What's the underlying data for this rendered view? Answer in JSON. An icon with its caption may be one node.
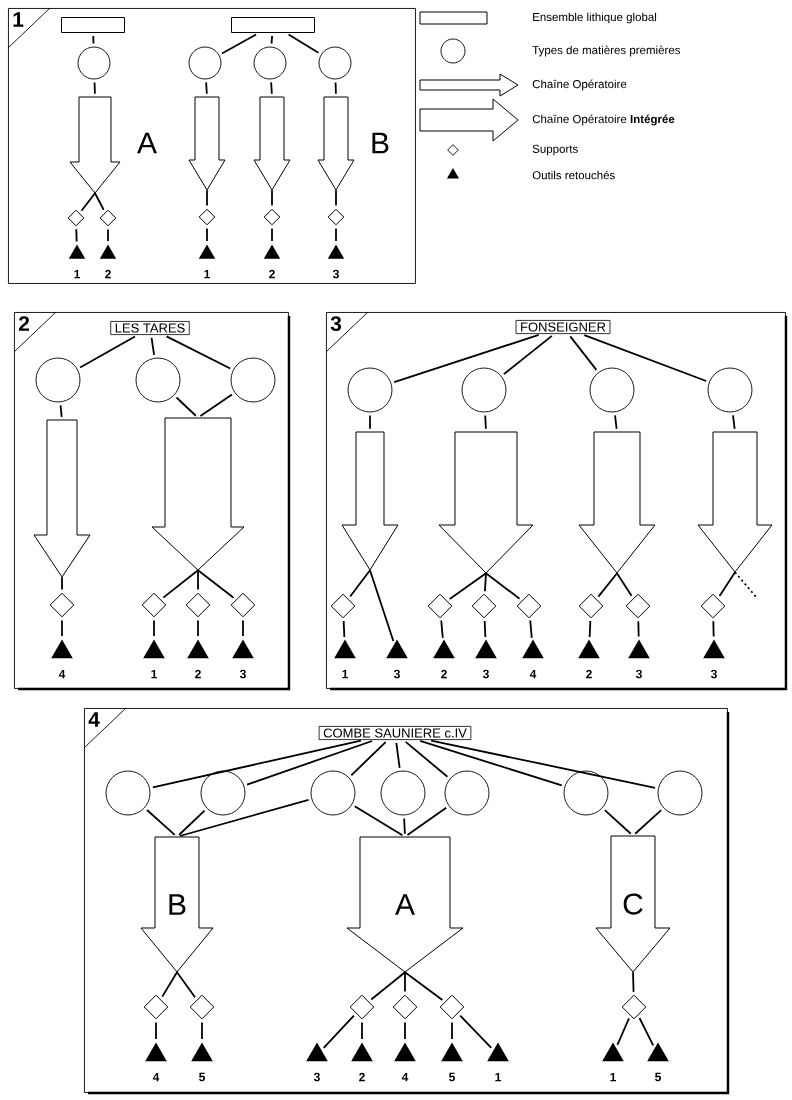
{
  "diagram": {
    "nodes": [
      {
        "text": [
          "1"
        ]
      },
      {
        "text": [],
        "shape": "box",
        "in": 0
      },
      {
        "text": [],
        "shape": "circle",
        "in": 0
      },
      {
        "text": [],
        "shape": "arrow",
        "in": 0
      },
      {
        "text": [],
        "shape": "diamond",
        "in": 0
      },
      {
        "text": [],
        "shape": "diamond",
        "in": 0
      },
      {
        "text": [],
        "shape": "triangle",
        "beside": [
          "1"
        ],
        "in": 0
      },
      {
        "text": [],
        "shape": "triangle",
        "beside": [
          "2"
        ],
        "in": 0
      },
      {
        "text": [],
        "shape": "box",
        "in": 0
      },
      {
        "text": [],
        "shape": "circle",
        "in": 0
      },
      {
        "text": [],
        "shape": "circle",
        "in": 0
      },
      {
        "text": [],
        "shape": "circle",
        "in": 0
      },
      {
        "text": [],
        "shape": "arrow",
        "in": 0
      },
      {
        "text": [],
        "shape": "arrow",
        "in": 0
      },
      {
        "text": [],
        "shape": "arrow",
        "in": 0
      },
      {
        "text": [],
        "shape": "diamond",
        "in": 0
      },
      {
        "text": [],
        "shape": "diamond",
        "in": 0
      },
      {
        "text": [],
        "shape": "diamond",
        "in": 0
      },
      {
        "text": [],
        "shape": "triangle",
        "beside": [
          "1"
        ],
        "in": 0
      },
      {
        "text": [],
        "shape": "triangle",
        "beside": [
          "2"
        ],
        "in": 0
      },
      {
        "text": [],
        "shape": "triangle",
        "beside": [
          "3"
        ],
        "in": 0
      },
      {
        "text": [
          "2"
        ]
      },
      {
        "text": [
          "LES TARES"
        ],
        "in": 21
      },
      {
        "text": [],
        "shape": "circle",
        "in": 21
      },
      {
        "text": [],
        "shape": "circle",
        "in": 21
      },
      {
        "text": [],
        "shape": "circle",
        "in": 21
      },
      {
        "text": [],
        "shape": "arrow",
        "in": 21
      },
      {
        "text": [],
        "shape": "arrow",
        "in": 21
      },
      {
        "text": [],
        "shape": "diamond",
        "in": 21
      },
      {
        "text": [],
        "shape": "diamond",
        "in": 21
      },
      {
        "text": [],
        "shape": "diamond",
        "in": 21
      },
      {
        "text": [],
        "shape": "diamond",
        "in": 21
      },
      {
        "text": [],
        "shape": "triangle",
        "beside": [
          "4"
        ],
        "in": 21
      },
      {
        "text": [],
        "shape": "triangle",
        "beside": [
          "1"
        ],
        "in": 21
      },
      {
        "text": [],
        "shape": "triangle",
        "beside": [
          "2"
        ],
        "in": 21
      },
      {
        "text": [],
        "shape": "triangle",
        "beside": [
          "3"
        ],
        "in": 21
      },
      {
        "text": [
          "3"
        ]
      },
      {
        "text": [
          "FONSEIGNER"
        ],
        "in": 36
      },
      {
        "text": [],
        "shape": "circle",
        "in": 36
      },
      {
        "text": [],
        "shape": "circle",
        "in": 36
      },
      {
        "text": [],
        "shape": "circle",
        "in": 36
      },
      {
        "text": [],
        "shape": "circle",
        "in": 36
      },
      {
        "text": [],
        "shape": "arrow",
        "in": 36
      },
      {
        "text": [],
        "shape": "arrow",
        "in": 36
      },
      {
        "text": [],
        "shape": "arrow",
        "in": 36
      },
      {
        "text": [],
        "shape": "arrow",
        "in": 36
      },
      {
        "text": [],
        "shape": "diamond",
        "in": 36
      },
      {
        "text": [],
        "shape": "diamond",
        "in": 36
      },
      {
        "text": [],
        "shape": "diamond",
        "in": 36
      },
      {
        "text": [],
        "shape": "diamond",
        "in": 36
      },
      {
        "text": [],
        "shape": "diamond",
        "in": 36
      },
      {
        "text": [],
        "shape": "diamond",
        "in": 36
      },
      {
        "text": [],
        "shape": "diamond",
        "in": 36
      },
      {
        "text": [],
        "shape": "triangle",
        "beside": [
          "1"
        ],
        "in": 36
      },
      {
        "text": [],
        "shape": "triangle",
        "beside": [
          "3"
        ],
        "in": 36
      },
      {
        "text": [],
        "shape": "triangle",
        "beside": [
          "2"
        ],
        "in": 36
      },
      {
        "text": [],
        "shape": "triangle",
        "beside": [
          "3"
        ],
        "in": 36
      },
      {
        "text": [],
        "shape": "triangle",
        "beside": [
          "4"
        ],
        "in": 36
      },
      {
        "text": [],
        "shape": "triangle",
        "beside": [
          "2"
        ],
        "in": 36
      },
      {
        "text": [],
        "shape": "triangle",
        "beside": [
          "3"
        ],
        "in": 36
      },
      {
        "text": [],
        "shape": "triangle",
        "beside": [
          "3"
        ],
        "in": 36
      },
      {
        "text": [
          "4"
        ]
      },
      {
        "text": [
          "COMBE SAUNIERE c.IV"
        ],
        "in": 61
      },
      {
        "text": [],
        "shape": "circle",
        "in": 61
      },
      {
        "text": [],
        "shape": "circle",
        "in": 61
      },
      {
        "text": [],
        "shape": "circle",
        "in": 61
      },
      {
        "text": [],
        "shape": "circle",
        "in": 61
      },
      {
        "text": [],
        "shape": "circle",
        "in": 61
      },
      {
        "text": [],
        "shape": "circle",
        "in": 61
      },
      {
        "text": [],
        "shape": "circle",
        "in": 61
      },
      {
        "text": [
          "B"
        ],
        "in": 61
      },
      {
        "text": [
          "A"
        ],
        "in": 61
      },
      {
        "text": [
          "C"
        ],
        "in": 61
      },
      {
        "text": [],
        "shape": "diamond",
        "in": 61
      },
      {
        "text": [],
        "shape": "diamond",
        "in": 61
      },
      {
        "text": [],
        "shape": "diamond",
        "in": 61
      },
      {
        "text": [],
        "shape": "diamond",
        "in": 61
      },
      {
        "text": [],
        "shape": "diamond",
        "in": 61
      },
      {
        "text": [],
        "shape": "diamond",
        "in": 61
      },
      {
        "text": [],
        "shape": "triangle",
        "beside": [
          "4"
        ],
        "in": 61
      },
      {
        "text": [],
        "shape": "triangle",
        "beside": [
          "5"
        ],
        "in": 61
      },
      {
        "text": [],
        "shape": "triangle",
        "beside": [
          "3"
        ],
        "in": 61
      },
      {
        "text": [],
        "shape": "triangle",
        "beside": [
          "2"
        ],
        "in": 61
      },
      {
        "text": [],
        "shape": "triangle",
        "beside": [
          "4"
        ],
        "in": 61
      },
      {
        "text": [],
        "shape": "triangle",
        "beside": [
          "5"
        ],
        "in": 61
      },
      {
        "text": [],
        "shape": "triangle",
        "beside": [
          "1"
        ],
        "in": 61
      },
      {
        "text": [],
        "shape": "triangle",
        "beside": [
          "1"
        ],
        "in": 61
      },
      {
        "text": [],
        "shape": "triangle",
        "beside": [
          "5"
        ],
        "in": 61
      }
    ],
    "edges": [
      {
        "from": 1,
        "to": 2,
        "arrow": "none"
      },
      {
        "from": 2,
        "to": 3,
        "arrow": "none"
      },
      {
        "from": 3,
        "to": 4,
        "arrow": "none"
      },
      {
        "from": 3,
        "to": 5,
        "arrow": "none"
      },
      {
        "from": 4,
        "to": 6,
        "arrow": "none"
      },
      {
        "from": 5,
        "to": 7,
        "arrow": "none"
      },
      {
        "from": 8,
        "to": 9,
        "arrow": "none"
      },
      {
        "from": 8,
        "to": 10,
        "arrow": "none"
      },
      {
        "from": 8,
        "to": 11,
        "arrow": "none"
      },
      {
        "from": 9,
        "to": 12,
        "arrow": "none"
      },
      {
        "from": 10,
        "to": 13,
        "arrow": "none"
      },
      {
        "from": 11,
        "to": 14,
        "arrow": "none"
      },
      {
        "from": 12,
        "to": 15,
        "arrow": "none"
      },
      {
        "from": 13,
        "to": 16,
        "arrow": "none"
      },
      {
        "from": 14,
        "to": 17,
        "arrow": "none"
      },
      {
        "from": 15,
        "to": 18,
        "arrow": "none"
      },
      {
        "from": 16,
        "to": 19,
        "arrow": "none"
      },
      {
        "from": 17,
        "to": 20,
        "arrow": "none"
      },
      {
        "from": 22,
        "to": 23,
        "arrow": "none"
      },
      {
        "from": 22,
        "to": 24,
        "arrow": "none"
      },
      {
        "from": 22,
        "to": 25,
        "arrow": "none"
      },
      {
        "from": 23,
        "to": 26,
        "arrow": "none"
      },
      {
        "from": 24,
        "to": 27,
        "arrow": "none"
      },
      {
        "from": 25,
        "to": 27,
        "arrow": "none"
      },
      {
        "from": 26,
        "to": 28,
        "arrow": "none"
      },
      {
        "from": 27,
        "to": 29,
        "arrow": "none"
      },
      {
        "from": 27,
        "to": 30,
        "arrow": "none"
      },
      {
        "from": 27,
        "to": 31,
        "arrow": "none"
      },
      {
        "from": 28,
        "to": 32,
        "arrow": "none"
      },
      {
        "from": 29,
        "to": 33,
        "arrow": "none"
      },
      {
        "from": 30,
        "to": 34,
        "arrow": "none"
      },
      {
        "from": 31,
        "to": 35,
        "arrow": "none"
      },
      {
        "from": 37,
        "to": 38,
        "arrow": "none"
      },
      {
        "from": 37,
        "to": 39,
        "arrow": "none"
      },
      {
        "from": 37,
        "to": 40,
        "arrow": "none"
      },
      {
        "from": 37,
        "to": 41,
        "arrow": "none"
      },
      {
        "from": 38,
        "to": 42,
        "arrow": "none"
      },
      {
        "from": 39,
        "to": 43,
        "arrow": "none"
      },
      {
        "from": 40,
        "to": 44,
        "arrow": "none"
      },
      {
        "from": 41,
        "to": 45,
        "arrow": "none"
      },
      {
        "from": 42,
        "to": 46,
        "arrow": "none"
      },
      {
        "from": 42,
        "to": 54,
        "arrow": "none"
      },
      {
        "from": 43,
        "to": 47,
        "arrow": "none"
      },
      {
        "from": 43,
        "to": 48,
        "arrow": "none"
      },
      {
        "from": 43,
        "to": 49,
        "arrow": "none"
      },
      {
        "from": 44,
        "to": 50,
        "arrow": "none"
      },
      {
        "from": 44,
        "to": 51,
        "arrow": "none"
      },
      {
        "from": 45,
        "to": 52,
        "arrow": "none"
      },
      {
        "from": 45,
        "to": null,
        "arrow": "none",
        "style": "dashed"
      },
      {
        "from": 46,
        "to": 53,
        "arrow": "none"
      },
      {
        "from": 47,
        "to": 55,
        "arrow": "none"
      },
      {
        "from": 48,
        "to": 56,
        "arrow": "none"
      },
      {
        "from": 49,
        "to": 57,
        "arrow": "none"
      },
      {
        "from": 50,
        "to": 58,
        "arrow": "none"
      },
      {
        "from": 51,
        "to": 59,
        "arrow": "none"
      },
      {
        "from": 52,
        "to": 60,
        "arrow": "none"
      },
      {
        "from": 62,
        "to": 63,
        "arrow": "none"
      },
      {
        "from": 62,
        "to": 64,
        "arrow": "none"
      },
      {
        "from": 62,
        "to": 65,
        "arrow": "none"
      },
      {
        "from": 62,
        "to": 66,
        "arrow": "none"
      },
      {
        "from": 62,
        "to": 67,
        "arrow": "none"
      },
      {
        "from": 62,
        "to": 68,
        "arrow": "none"
      },
      {
        "from": 62,
        "to": 69,
        "arrow": "none"
      },
      {
        "from": 63,
        "to": 70,
        "arrow": "none"
      },
      {
        "from": 64,
        "to": 70,
        "arrow": "none"
      },
      {
        "from": 65,
        "to": 70,
        "arrow": "none"
      },
      {
        "from": 65,
        "to": 71,
        "arrow": "none"
      },
      {
        "from": 66,
        "to": 71,
        "arrow": "none"
      },
      {
        "from": 67,
        "to": 71,
        "arrow": "none"
      },
      {
        "from": 68,
        "to": 72,
        "arrow": "none"
      },
      {
        "from": 69,
        "to": 72,
        "arrow": "none"
      },
      {
        "from": 70,
        "to": 73,
        "arrow": "none"
      },
      {
        "from": 70,
        "to": 74,
        "arrow": "none"
      },
      {
        "from": 71,
        "to": 75,
        "arrow": "none"
      },
      {
        "from": 71,
        "to": 76,
        "arrow": "none"
      },
      {
        "from": 71,
        "to": 77,
        "arrow": "none"
      },
      {
        "from": 72,
        "to": 78,
        "arrow": "none"
      },
      {
        "from": 73,
        "to": 79,
        "arrow": "none"
      },
      {
        "from": 74,
        "to": 80,
        "arrow": "none"
      },
      {
        "from": 75,
        "to": 81,
        "arrow": "none"
      },
      {
        "from": 75,
        "to": 82,
        "arrow": "none"
      },
      {
        "from": 76,
        "to": 83,
        "arrow": "none"
      },
      {
        "from": 77,
        "to": 84,
        "arrow": "none"
      },
      {
        "from": 77,
        "to": 85,
        "arrow": "none"
      },
      {
        "from": 78,
        "to": 86,
        "arrow": "none"
      },
      {
        "from": 78,
        "to": 87,
        "arrow": "none"
      }
    ],
    "labels": [
      "A",
      "B"
    ],
    "legend": [
      {
        "text": "Ensemble lithique global"
      },
      {
        "text": "Types de matières premières"
      },
      {
        "text": "Chaîne Opératoire"
      },
      {
        "text": "Chaîne Opératoire **Intégrée**"
      },
      {
        "text": "Supports"
      },
      {
        "text": "Outils retouchés"
      }
    ]
  }
}
